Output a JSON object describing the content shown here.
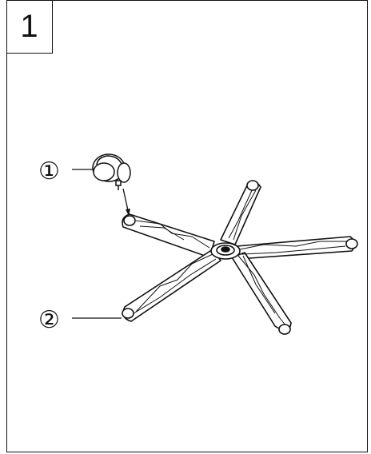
{
  "step": {
    "number": "1"
  },
  "callouts": [
    {
      "id": "caster",
      "label": "①"
    },
    {
      "id": "base",
      "label": "②"
    }
  ],
  "parts": {
    "caster": "caster-wheel-icon",
    "base": "five-star-base-icon"
  },
  "colors": {
    "line": "#111111",
    "background": "#ffffff"
  }
}
